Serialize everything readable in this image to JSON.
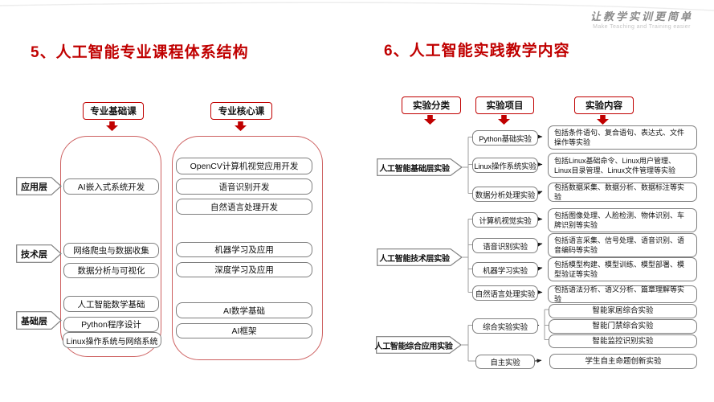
{
  "brand": {
    "slogan_cn": "让教学实训更简单",
    "slogan_en": "Make Teaching and Training easier"
  },
  "colors": {
    "accent_red": "#c00000",
    "frame_red": "#cd6060",
    "box_gray": "#7f7f7f"
  },
  "icons": [
    "down-arrow-icon"
  ],
  "left_panel": {
    "title": "5、人工智能专业课程体系结构",
    "headers": [
      "专业基础课",
      "专业核心课"
    ],
    "layers": [
      "应用层",
      "技术层",
      "基础层"
    ],
    "basic_courses": [
      "AI嵌入式系统开发",
      "网络爬虫与数据收集",
      "数据分析与可视化",
      "人工智能数学基础",
      "Python程序设计",
      "Linux操作系统与网络系统"
    ],
    "core_courses": [
      "OpenCV计算机视觉应用开发",
      "语音识别开发",
      "自然语言处理开发",
      "机器学习及应用",
      "深度学习及应用",
      "AI数学基础",
      "AI框架"
    ]
  },
  "right_panel": {
    "title": "6、人工智能实践教学内容",
    "headers": [
      "实验分类",
      "实验项目",
      "实验内容"
    ],
    "groups": [
      {
        "category": "人工智能基础层实验",
        "projects": [
          "Python基础实验",
          "Linux操作系统实验",
          "数据分析处理实验"
        ],
        "contents": [
          "包括条件语句、复合语句、表达式、文件操作等实验",
          "包括Linux基础命令、Linux用户管理、Linux目录管理、Linux文件管理等实验",
          "包括数据采集、数据分析、数据标注等实验"
        ]
      },
      {
        "category": "人工智能技术层实验",
        "projects": [
          "计算机视觉实验",
          "语音识别实验",
          "机器学习实验",
          "自然语言处理实验"
        ],
        "contents": [
          "包括图像处理、人脸检测、物体识别、车牌识别等实验",
          "包括语言采集、信号处理、语音识别、语音编码等实验",
          "包括模型构建、模型训练、模型部署、模型验证等实验",
          "包括语法分析、语义分析、篇章理解等实验"
        ]
      },
      {
        "category": "人工智能综合应用实验",
        "projects": [
          "综合实验实验",
          "自主实验"
        ],
        "contents": [
          "智能家居综合实验",
          "智能门禁综合实验",
          "智能监控识别实验",
          "学生自主命题创新实验"
        ]
      }
    ]
  }
}
